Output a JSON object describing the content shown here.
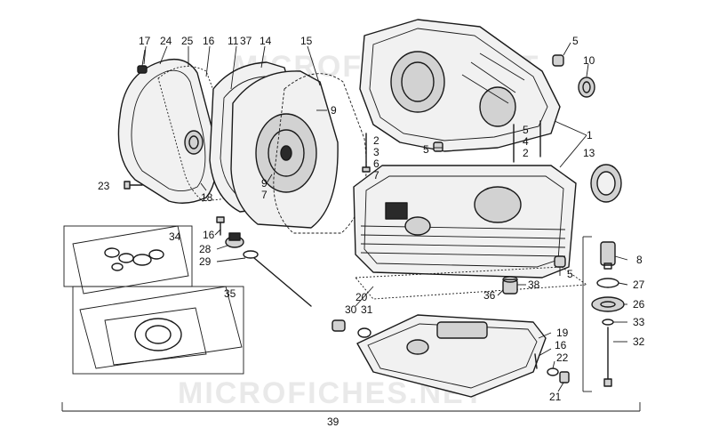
{
  "watermark": "MICROFICHES.NET",
  "total_label": "39",
  "labels": {
    "l17": "17",
    "l24": "24",
    "l25": "25",
    "l16a": "16",
    "l11": "11",
    "l37": "37",
    "l14": "14",
    "l15": "15",
    "l5a": "5",
    "l10": "10",
    "l9a": "9",
    "l5b": "5",
    "l2a": "2",
    "l3a": "3",
    "l6": "6",
    "l7a": "7",
    "l5c": "5",
    "l4": "4",
    "l2b": "2",
    "l1": "1",
    "l13": "13",
    "l23": "23",
    "l18": "18",
    "l9b": "9",
    "l7b": "7",
    "l16b": "16",
    "l28": "28",
    "l29": "29",
    "l34": "34",
    "l35": "35",
    "l8": "8",
    "l27": "27",
    "l26": "26",
    "l33": "33",
    "l32": "32",
    "l5d": "5",
    "l38": "38",
    "l36": "36",
    "l20": "20",
    "l30": "30",
    "l31": "31",
    "l19": "19",
    "l16c": "16",
    "l22": "22",
    "l21": "21"
  }
}
